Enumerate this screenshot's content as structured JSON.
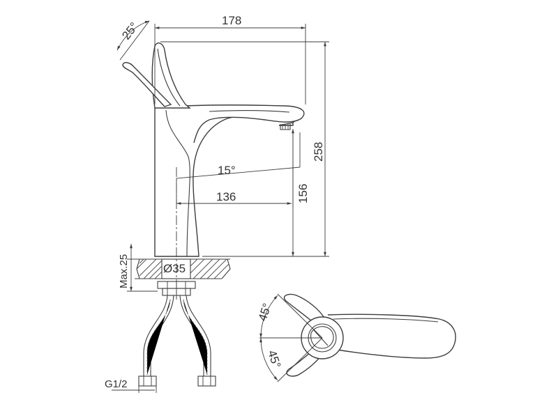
{
  "dimensions": {
    "width_total": "178",
    "height_total": "258",
    "spout_reach": "136",
    "spout_height": "156",
    "handle_angle": "25°",
    "spout_angle": "15°",
    "max_deck": "Max.25",
    "hole_diameter": "Ø35",
    "thread": "G1/2",
    "rotation_top": "45°",
    "rotation_bottom": "45°"
  },
  "colors": {
    "line": "#3c3c3c",
    "background": "#ffffff"
  }
}
